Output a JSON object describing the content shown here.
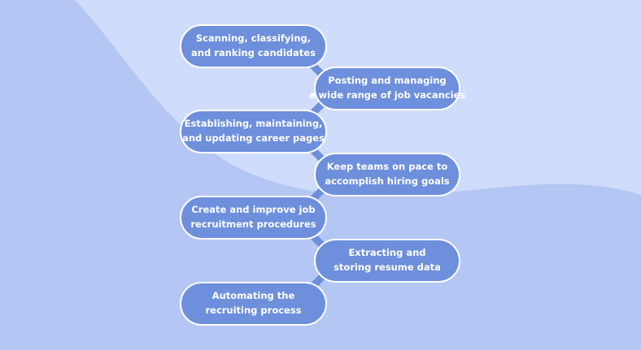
{
  "colors": {
    "background_light": "#d0dcfb",
    "background_wave": "#b4c6f3",
    "pill_fill": "#6d8fdc",
    "pill_border": "#ffffff",
    "connector": "#6d8fdc",
    "text": "#ffffff"
  },
  "steps": [
    {
      "line1": "Scanning, classifying,",
      "line2": "and ranking candidates"
    },
    {
      "line1": "Posting and managing",
      "line2": "a wide range of job vacancies"
    },
    {
      "line1": "Establishing, maintaining,",
      "line2": "and updating career pages"
    },
    {
      "line1": "Keep teams on pace to",
      "line2": "accomplish hiring goals"
    },
    {
      "line1": "Create and improve job",
      "line2": "recruitment procedures"
    },
    {
      "line1": "Extracting and",
      "line2": "storing resume data"
    },
    {
      "line1": "Automating the",
      "line2": "recruiting process"
    }
  ]
}
